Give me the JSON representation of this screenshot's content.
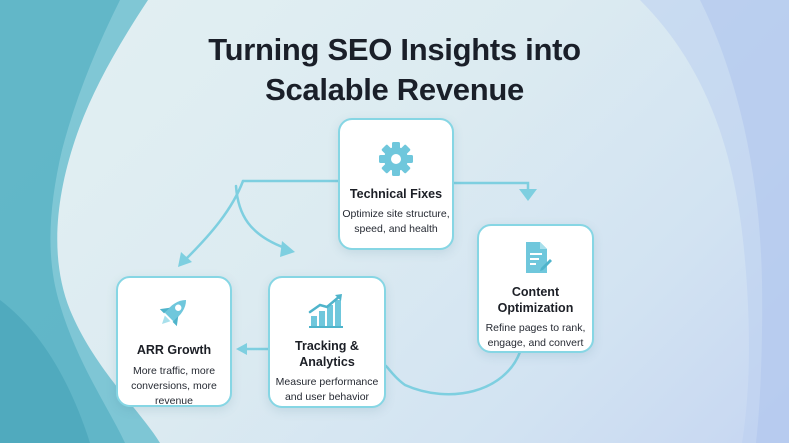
{
  "title": {
    "line1": "Turning SEO Insights into",
    "line2": "Scalable Revenue"
  },
  "cards": {
    "technical": {
      "icon": "gear-icon",
      "title": "Technical Fixes",
      "desc1": "Optimize site structure,",
      "desc2": "speed, and health"
    },
    "content": {
      "icon": "document-edit-icon",
      "title1": "Content",
      "title2": "Optimization",
      "desc1": "Refine pages to rank,",
      "desc2": "engage, and convert"
    },
    "tracking": {
      "icon": "bar-chart-icon",
      "title1": "Tracking &",
      "title2": "Analytics",
      "desc1": "Measure performance",
      "desc2": "and user behavior"
    },
    "arr": {
      "icon": "rocket-icon",
      "title": "ARR Growth",
      "desc1": "More traffic, more",
      "desc2": "conversions, more",
      "desc3": "revenue"
    }
  },
  "colors": {
    "accent": "#6fc7dc",
    "border": "#86d6e4",
    "text": "#1a1f29"
  }
}
